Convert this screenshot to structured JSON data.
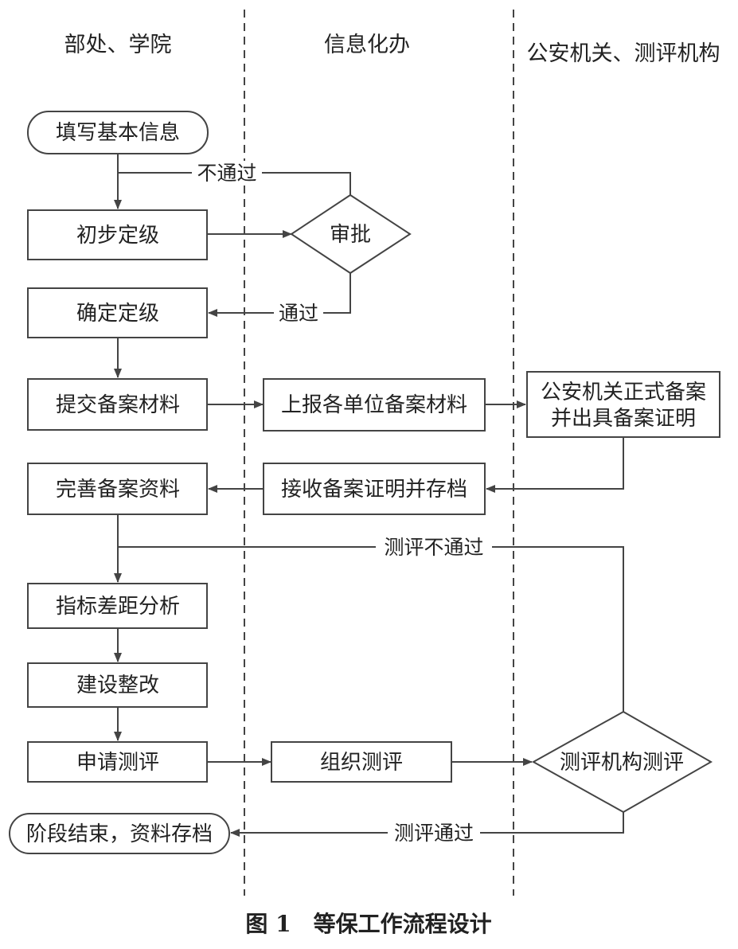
{
  "lanes": {
    "dept": "部处、学院",
    "info": "信息化办",
    "police": "公安机关、测评机构"
  },
  "nodes": {
    "fill_info": "填写基本信息",
    "prelim_grade": "初步定级",
    "approve": "审批",
    "confirm_grade": "确定定级",
    "submit_materials": "提交备案材料",
    "report_materials": [
      "上报各单位备案材料"
    ],
    "police_record": [
      "公安机关正式备案",
      "并出具备案证明"
    ],
    "receive_cert": [
      "接收备案证明并存档"
    ],
    "improve_materials": "完善备案资料",
    "gap_analysis": "指标差距分析",
    "rectify": "建设整改",
    "apply_eval": "申请测评",
    "organize_eval": "组织测评",
    "agency_eval": "测评机构测评",
    "end": "阶段结束，资料存档"
  },
  "edge_labels": {
    "reject": "不通过",
    "pass": "通过",
    "eval_fail": "测评不通过",
    "eval_pass": "测评通过"
  },
  "caption": "图 1　等保工作流程设计"
}
